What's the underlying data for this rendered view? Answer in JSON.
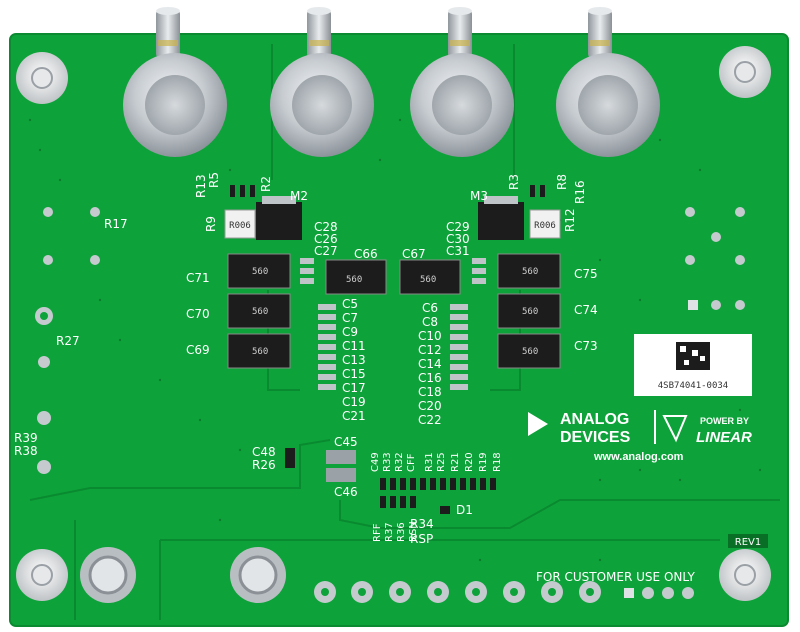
{
  "silkscreen": {
    "top_resistors_left": [
      "R13",
      "R5",
      "R2"
    ],
    "top_resistors_right": [
      "R3",
      "R8"
    ],
    "mosfet_left": "M2",
    "mosfet_right": "M3",
    "r9": "R9",
    "r12": "R12",
    "r16": "R16",
    "r17": "R17",
    "r27": "R27",
    "r39": "R39",
    "r38": "R38",
    "shunt_marking": "R006",
    "caps_left_stack": [
      "C28",
      "C26",
      "C27"
    ],
    "caps_right_stack": [
      "C29",
      "C30",
      "C31"
    ],
    "c66": "C66",
    "c67": "C67",
    "caps_left_big": [
      "C71",
      "C70",
      "C69"
    ],
    "caps_right_big": [
      "C75",
      "C74",
      "C73"
    ],
    "cap_marking": "560",
    "left_column": [
      "C5",
      "C7",
      "C9",
      "C11",
      "C13",
      "C15",
      "C17",
      "C19",
      "C21"
    ],
    "right_column": [
      "C6",
      "C8",
      "C10",
      "C12",
      "C14",
      "C16",
      "C18",
      "C20",
      "C22"
    ],
    "c48": "C48",
    "r26": "R26",
    "c45": "C45",
    "c46": "C46",
    "vertical_labels": [
      "C49",
      "R33",
      "R32",
      "CFF",
      "R31",
      "R25",
      "R21",
      "R20",
      "R19",
      "R18"
    ],
    "bottom_labels": [
      "RFF",
      "R37",
      "R36",
      "RSN"
    ],
    "r34": "R34",
    "rsp": "RSP",
    "d1": "D1",
    "rev": "REV1",
    "customer_note": "FOR CUSTOMER USE ONLY",
    "website": "www.analog.com",
    "brand_line1": "ANALOG",
    "brand_line2": "DEVICES",
    "power_by": "POWER BY",
    "linear": "LINEAR",
    "barcode_text": "4SB74041-0034"
  },
  "colors": {
    "pcb_green": "#0ea33a",
    "pcb_dark": "#0a8a30",
    "silk": "#ffffff",
    "component_black": "#1c1c1c",
    "metal": "#c8ccd0"
  }
}
